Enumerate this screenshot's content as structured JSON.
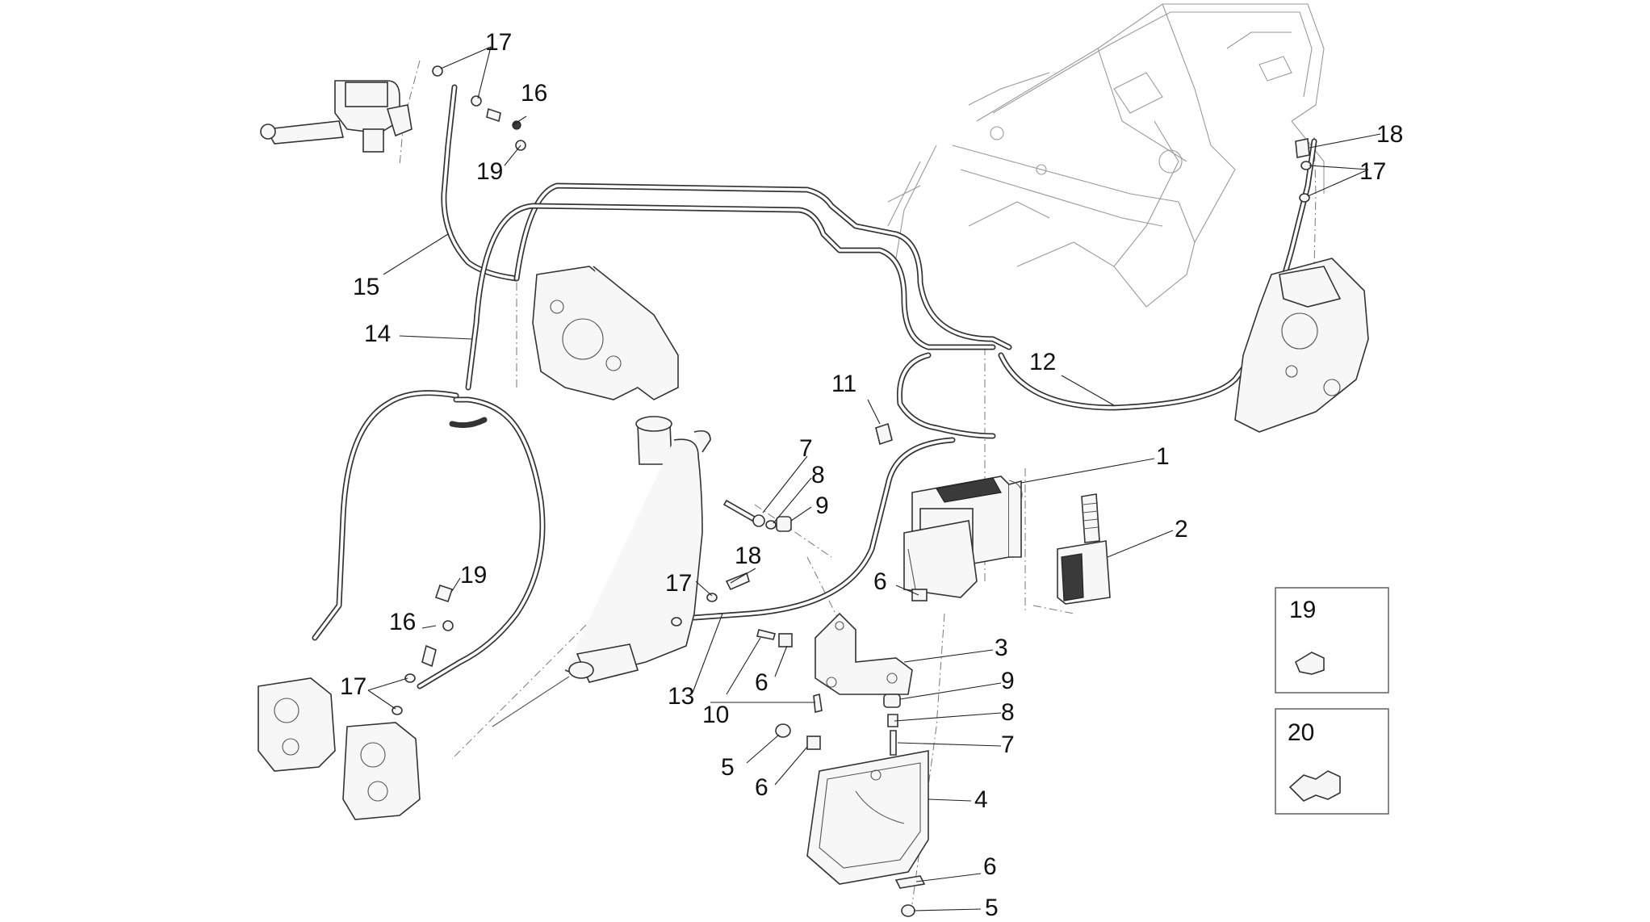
{
  "callouts": [
    {
      "id": "c-1",
      "text": "1"
    },
    {
      "id": "c-2",
      "text": "2"
    },
    {
      "id": "c-3",
      "text": "3"
    },
    {
      "id": "c-4",
      "text": "4"
    },
    {
      "id": "c-5a",
      "text": "5"
    },
    {
      "id": "c-5b",
      "text": "5"
    },
    {
      "id": "c-6a",
      "text": "6"
    },
    {
      "id": "c-6b",
      "text": "6"
    },
    {
      "id": "c-6c",
      "text": "6"
    },
    {
      "id": "c-6d",
      "text": "6"
    },
    {
      "id": "c-7a",
      "text": "7"
    },
    {
      "id": "c-7b",
      "text": "7"
    },
    {
      "id": "c-8a",
      "text": "8"
    },
    {
      "id": "c-8b",
      "text": "8"
    },
    {
      "id": "c-9a",
      "text": "9"
    },
    {
      "id": "c-9b",
      "text": "9"
    },
    {
      "id": "c-10",
      "text": "10"
    },
    {
      "id": "c-11",
      "text": "11"
    },
    {
      "id": "c-12",
      "text": "12"
    },
    {
      "id": "c-13",
      "text": "13"
    },
    {
      "id": "c-14",
      "text": "14"
    },
    {
      "id": "c-15",
      "text": "15"
    },
    {
      "id": "c-16a",
      "text": "16"
    },
    {
      "id": "c-16b",
      "text": "16"
    },
    {
      "id": "c-17a",
      "text": "17"
    },
    {
      "id": "c-17b",
      "text": "17"
    },
    {
      "id": "c-17c",
      "text": "17"
    },
    {
      "id": "c-17d",
      "text": "17"
    },
    {
      "id": "c-18a",
      "text": "18"
    },
    {
      "id": "c-18b",
      "text": "18"
    },
    {
      "id": "c-19a",
      "text": "19"
    },
    {
      "id": "c-19b",
      "text": "19"
    }
  ],
  "detail_boxes": [
    {
      "id": "box-19",
      "label": "19"
    },
    {
      "id": "box-20",
      "label": "20"
    }
  ]
}
